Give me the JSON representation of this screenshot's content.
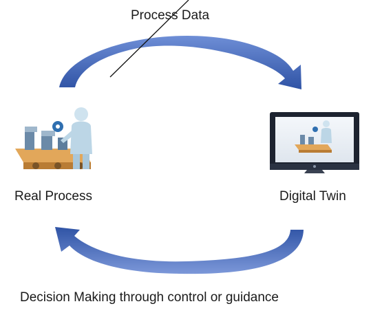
{
  "labels": {
    "top": "Process Data",
    "left": "Real Process",
    "right": "Digital Twin",
    "bottom": "Decision Making through control or guidance"
  },
  "icons": {
    "left": "factory-worker-assembly-line-icon",
    "right": "monitor-with-factory-worker-icon"
  },
  "colors": {
    "arrow_dark": "#2f53a5",
    "arrow_light": "#8fa8df",
    "text": "#1a1a1a"
  }
}
